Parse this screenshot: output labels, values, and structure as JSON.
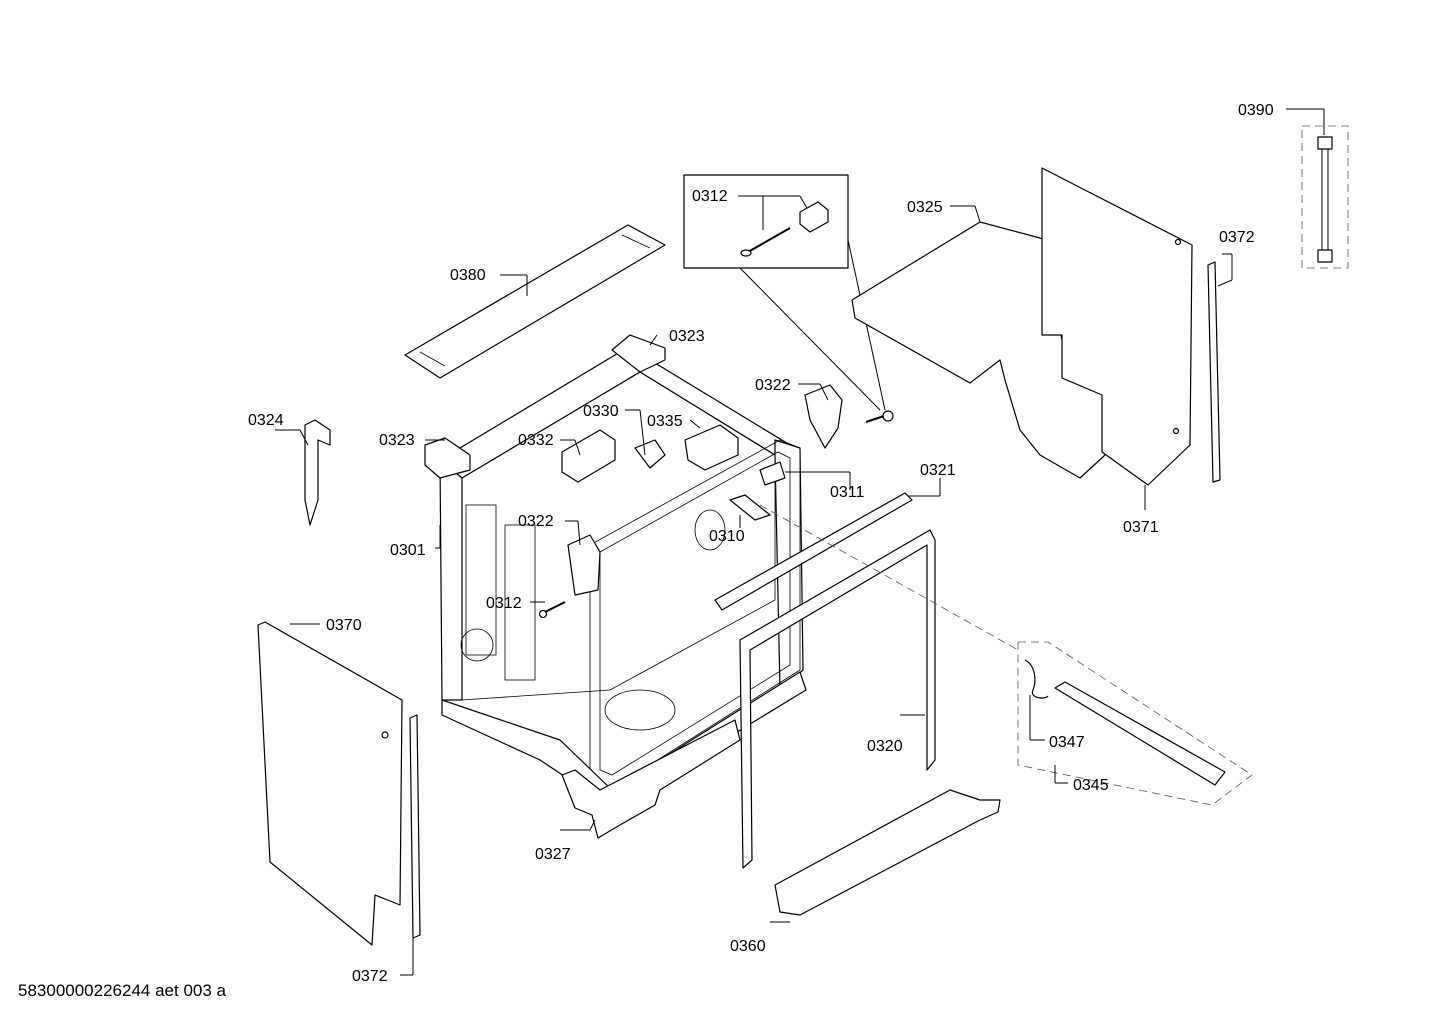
{
  "diagram": {
    "labels": {
      "p0390": "0390",
      "p0325": "0325",
      "p0372_top": "0372",
      "p0312_inset": "0312",
      "p0380": "0380",
      "p0323_top": "0323",
      "p0322_right": "0322",
      "p0324": "0324",
      "p0323_left": "0323",
      "p0330": "0330",
      "p0335": "0335",
      "p0332": "0332",
      "p0311": "0311",
      "p0321": "0321",
      "p0371": "0371",
      "p0322_mid": "0322",
      "p0301": "0301",
      "p0310": "0310",
      "p0312_mid": "0312",
      "p0370": "0370",
      "p0347": "0347",
      "p0320": "0320",
      "p0345": "0345",
      "p0327": "0327",
      "p0360": "0360",
      "p0372_bottom": "0372"
    },
    "footer": "58300000226244 aet 003 a"
  }
}
